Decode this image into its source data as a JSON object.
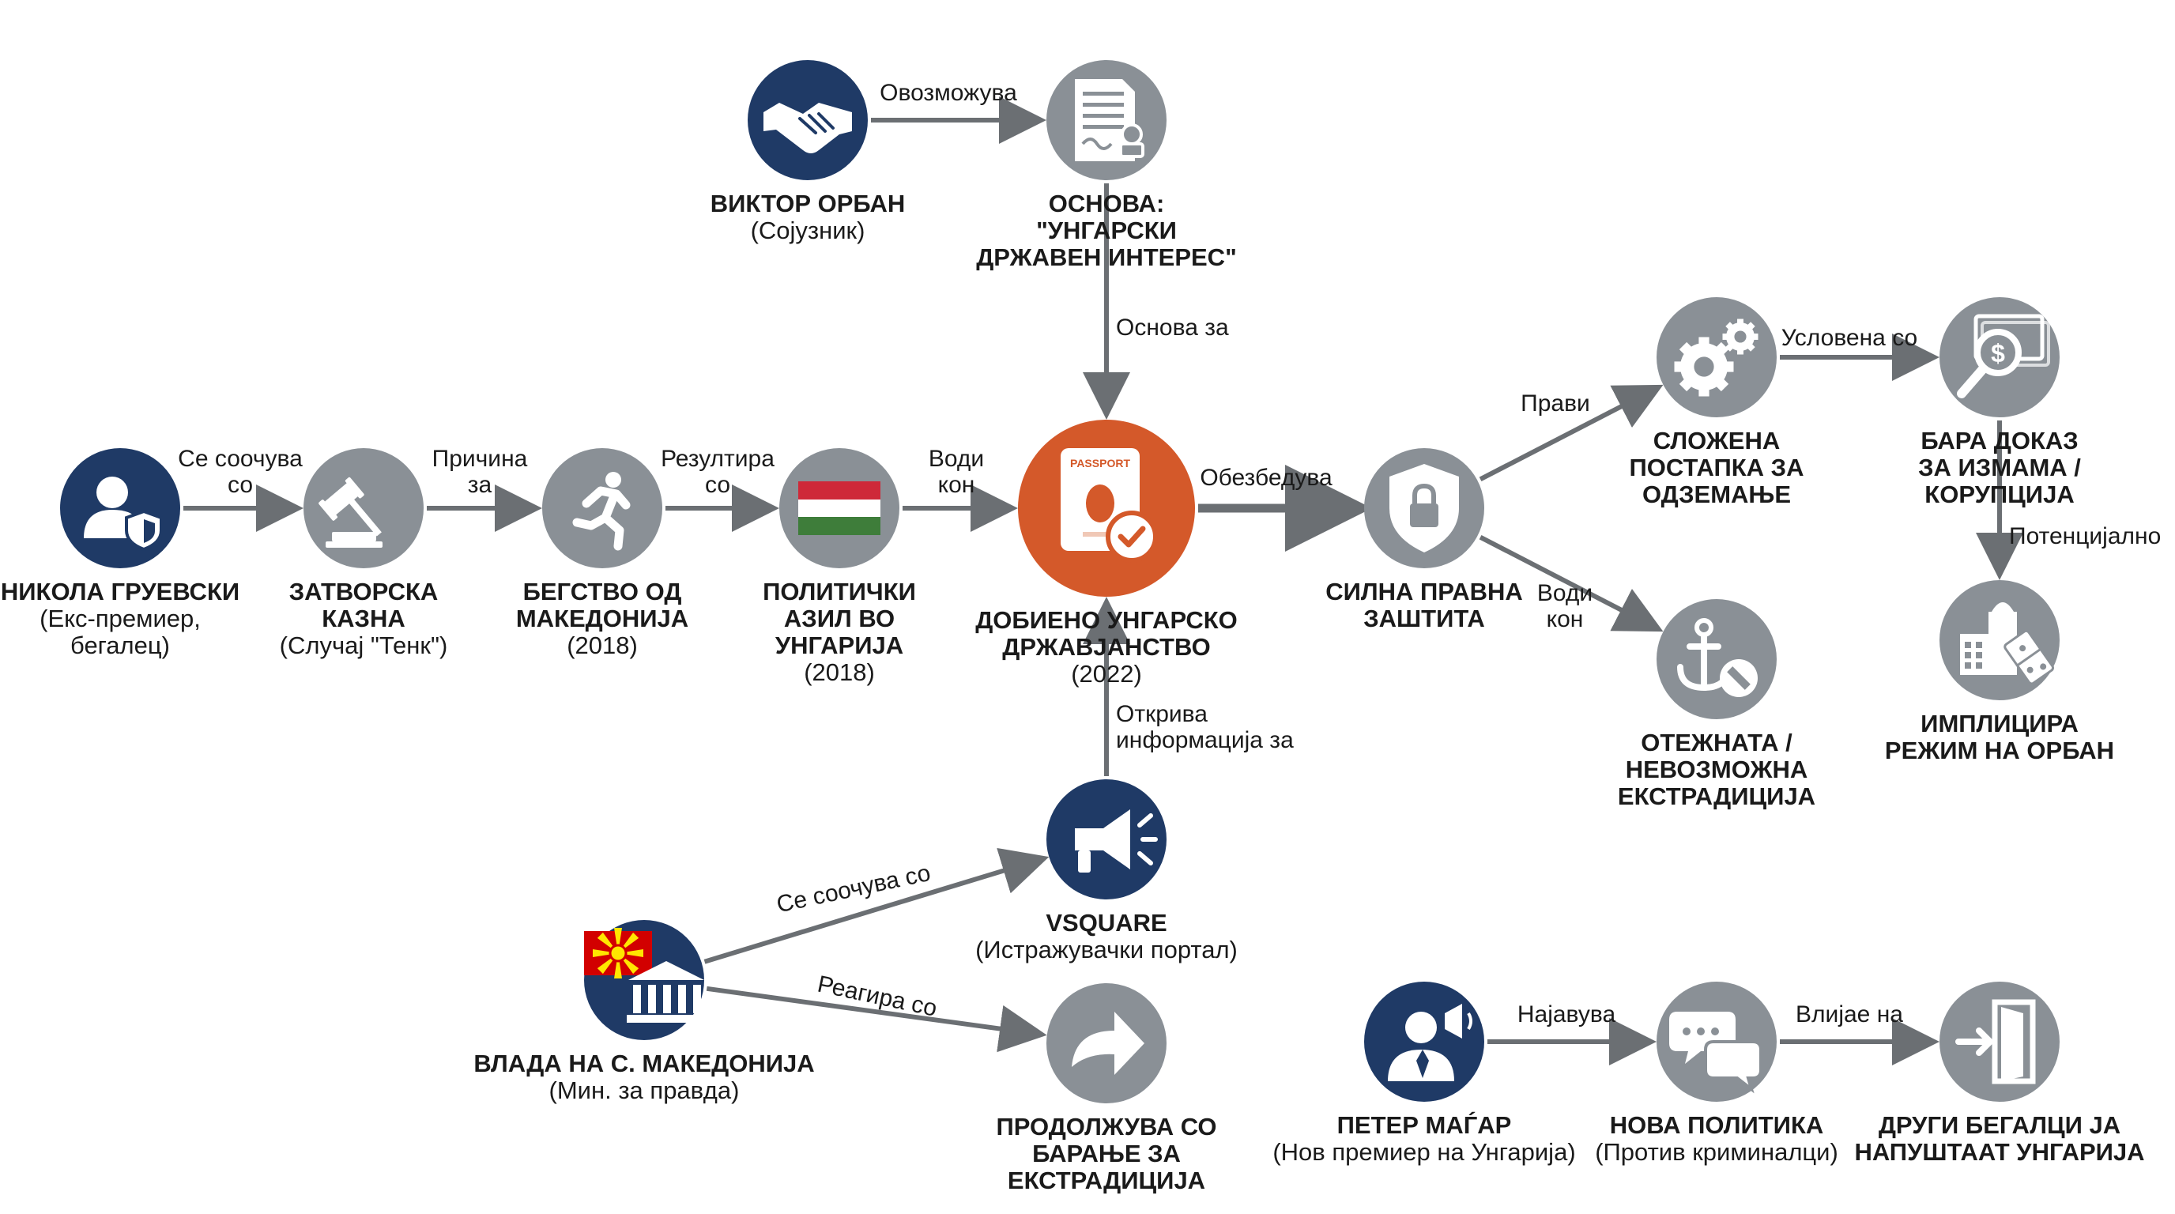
{
  "colors": {
    "navy": "#1f3a66",
    "gray": "#8a9096",
    "orange": "#d4592a",
    "arrow": "#6b6f73",
    "text": "#1a1a1a",
    "hungary_red": "#ce2939",
    "hungary_green": "#3e7d3a",
    "macedonia_red": "#d20000",
    "macedonia_yellow": "#ffe600"
  },
  "nodes": {
    "gruevski": {
      "title": [
        "НИКОЛА ГРУЕВСКИ"
      ],
      "sub": [
        "(Екс-премиер,",
        "бегалец)"
      ],
      "icon": "person-shield-icon",
      "color": "navy"
    },
    "sentence": {
      "title": [
        "ЗАТВОРСКА",
        "КАЗНА"
      ],
      "sub": [
        "(Случај \"Тенк\")"
      ],
      "icon": "gavel-icon",
      "color": "gray"
    },
    "escape": {
      "title": [
        "БЕГСТВО ОД",
        "МАКЕДОНИЈА"
      ],
      "sub": [
        "(2018)"
      ],
      "icon": "running-person-icon",
      "color": "gray"
    },
    "asylum": {
      "title": [
        "ПОЛИТИЧКИ",
        "АЗИЛ ВО",
        "УНГАРИЈА"
      ],
      "sub": [
        "(2018)"
      ],
      "icon": "hungary-flag-icon",
      "color": "gray"
    },
    "citizenship": {
      "title": [
        "ДОБИЕНО УНГАРСКО",
        "ДРЖАВЈАНСТВО"
      ],
      "sub": [
        "(2022)"
      ],
      "icon": "passport-icon",
      "color": "orange",
      "passport_text": "PASSPORT"
    },
    "orban": {
      "title": [
        "ВИКТОР ОРБАН"
      ],
      "sub": [
        "(Сојузник)"
      ],
      "icon": "handshake-icon",
      "color": "navy"
    },
    "basis": {
      "title": [
        "ОСНОВА:",
        "\"УНГАРСКИ",
        "ДРЖАВЕН ИНТЕРЕС\""
      ],
      "sub": [],
      "icon": "document-stamp-icon",
      "color": "gray"
    },
    "protection": {
      "title": [
        "СИЛНА ПРАВНА",
        "ЗАШТИТА"
      ],
      "sub": [],
      "icon": "shield-lock-icon",
      "color": "gray"
    },
    "procedure": {
      "title": [
        "СЛОЖЕНА",
        "ПОСТАПКА ЗА",
        "ОДЗЕМАЊЕ"
      ],
      "sub": [],
      "icon": "gears-icon",
      "color": "gray"
    },
    "extradition_hard": {
      "title": [
        "ОТЕЖНАТА /",
        "НЕВОЗМОЖНА",
        "ЕКСТРАДИЦИЈА"
      ],
      "sub": [],
      "icon": "anchor-block-icon",
      "color": "gray"
    },
    "proof": {
      "title": [
        "БАРА ДОКАЗ",
        "ЗА ИЗМАМА /",
        "КОРУПЦИЈА"
      ],
      "sub": [],
      "icon": "magnifier-money-icon",
      "color": "gray"
    },
    "implicates": {
      "title": [
        "ИМПЛИЦИРА",
        "РЕЖИМ НА ОРБАН"
      ],
      "sub": [],
      "icon": "building-domino-icon",
      "color": "gray"
    },
    "vsquare": {
      "title": [
        "VSQUARE"
      ],
      "sub": [
        "(Истражувачки портал)"
      ],
      "icon": "megaphone-icon",
      "color": "navy"
    },
    "government": {
      "title": [
        "ВЛАДА НА С. МАКЕДОНИЈА"
      ],
      "sub": [
        "(Мин. за правда)"
      ],
      "icon": "macedonia-government-icon",
      "color": "navy"
    },
    "continues": {
      "title": [
        "ПРОДОЛЖУВА СО",
        "БАРАЊЕ ЗА",
        "ЕКСТРАДИЦИЈА"
      ],
      "sub": [],
      "icon": "forward-arrow-icon",
      "color": "gray"
    },
    "magyar": {
      "title": [
        "ПЕТЕР МАЃАР"
      ],
      "sub": [
        "(Нов премиер на Унгарија)"
      ],
      "icon": "speaker-person-icon",
      "color": "navy"
    },
    "policy": {
      "title": [
        "НОВА ПОЛИТИКА"
      ],
      "sub": [
        "(Против криминалци)"
      ],
      "icon": "speech-bubbles-icon",
      "color": "gray"
    },
    "leave": {
      "title": [
        "ДРУГИ БЕГАЛЦИ ЈА",
        "НАПУШТААТ УНГАРИЈА"
      ],
      "sub": [],
      "icon": "exit-door-icon",
      "color": "gray"
    }
  },
  "edges": [
    {
      "from": "gruevski",
      "to": "sentence",
      "label": [
        "Се соочува",
        "со"
      ]
    },
    {
      "from": "sentence",
      "to": "escape",
      "label": [
        "Причина",
        "за"
      ]
    },
    {
      "from": "escape",
      "to": "asylum",
      "label": [
        "Резултира",
        "со"
      ]
    },
    {
      "from": "asylum",
      "to": "citizenship",
      "label": [
        "Води",
        "кон"
      ]
    },
    {
      "from": "orban",
      "to": "basis",
      "label": [
        "Овозможува"
      ]
    },
    {
      "from": "basis",
      "to": "citizenship",
      "label": [
        "Основа за"
      ]
    },
    {
      "from": "citizenship",
      "to": "protection",
      "label": [
        "Обезбедува"
      ]
    },
    {
      "from": "protection",
      "to": "procedure",
      "label": [
        "Прави"
      ]
    },
    {
      "from": "protection",
      "to": "extradition_hard",
      "label": [
        "Води",
        "кон"
      ]
    },
    {
      "from": "procedure",
      "to": "proof",
      "label": [
        "Условена со"
      ]
    },
    {
      "from": "proof",
      "to": "implicates",
      "label": [
        "Потенцијално"
      ]
    },
    {
      "from": "vsquare",
      "to": "citizenship",
      "label": [
        "Открива",
        "информација за"
      ]
    },
    {
      "from": "government",
      "to": "vsquare",
      "label": [
        "Се соочува со"
      ]
    },
    {
      "from": "government",
      "to": "continues",
      "label": [
        "Реагира со"
      ]
    },
    {
      "from": "magyar",
      "to": "policy",
      "label": [
        "Најавува"
      ]
    },
    {
      "from": "policy",
      "to": "leave",
      "label": [
        "Влијае на"
      ]
    }
  ]
}
